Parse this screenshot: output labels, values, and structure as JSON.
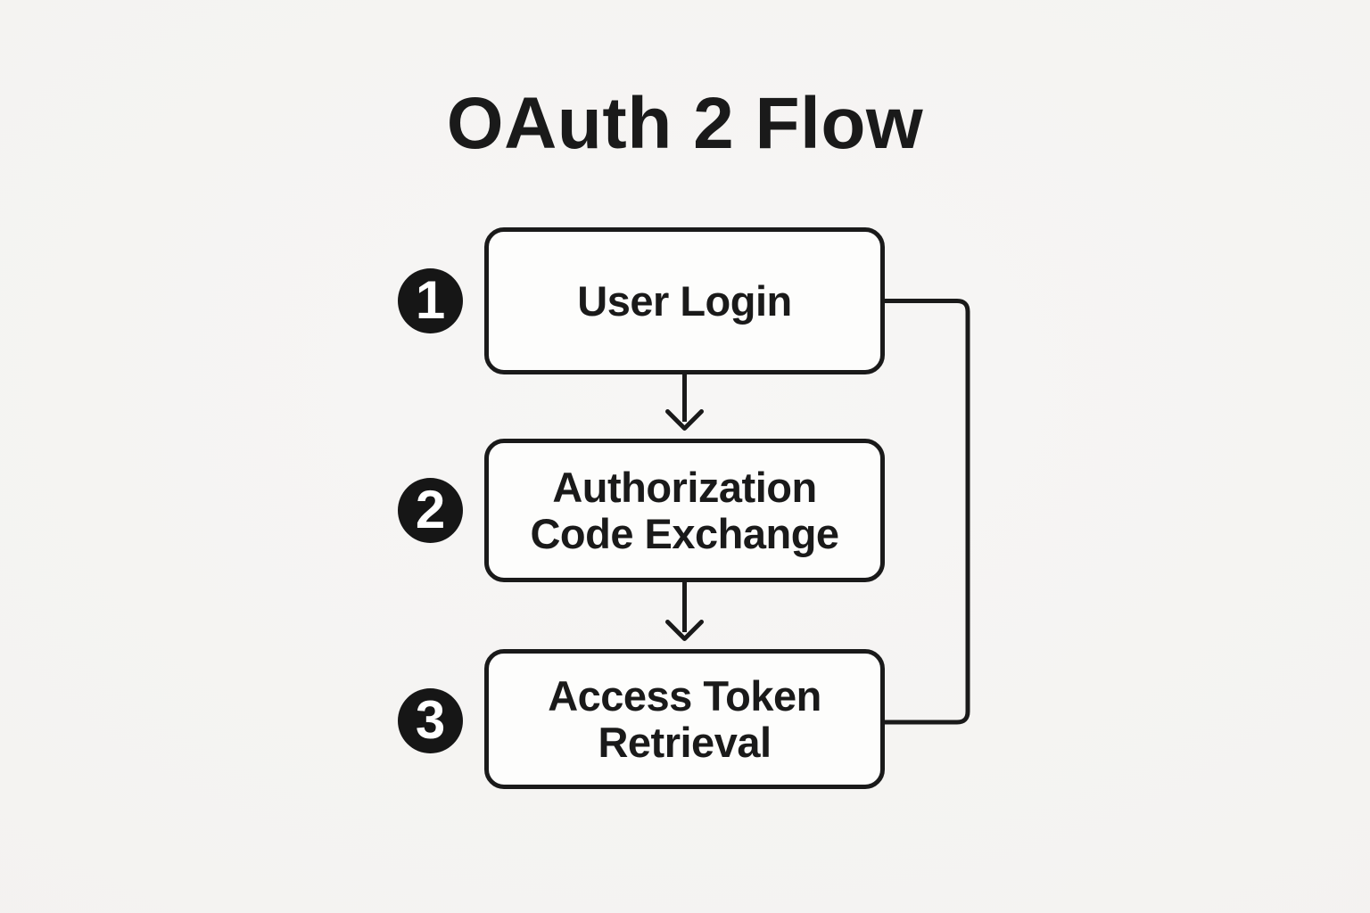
{
  "title": "OAuth 2 Flow",
  "colors": {
    "background": "#f5f4f2",
    "stroke": "#1a1a1a",
    "box_fill": "#fdfdfc",
    "badge_fill": "#161616",
    "badge_text": "#ffffff"
  },
  "steps": [
    {
      "number": "1",
      "label": "User Login",
      "lines": [
        "User Login"
      ]
    },
    {
      "number": "2",
      "label": "Authorization Code Exchange",
      "lines": [
        "Authorization",
        "Code Exchange"
      ]
    },
    {
      "number": "3",
      "label": "Access Token Retrieval",
      "lines": [
        "Access Token",
        "Retrieval"
      ]
    }
  ],
  "edges": [
    {
      "from": "1",
      "to": "2",
      "type": "arrow-down"
    },
    {
      "from": "2",
      "to": "3",
      "type": "arrow-down"
    },
    {
      "from": "1",
      "to": "3",
      "type": "right-side-loop"
    }
  ]
}
